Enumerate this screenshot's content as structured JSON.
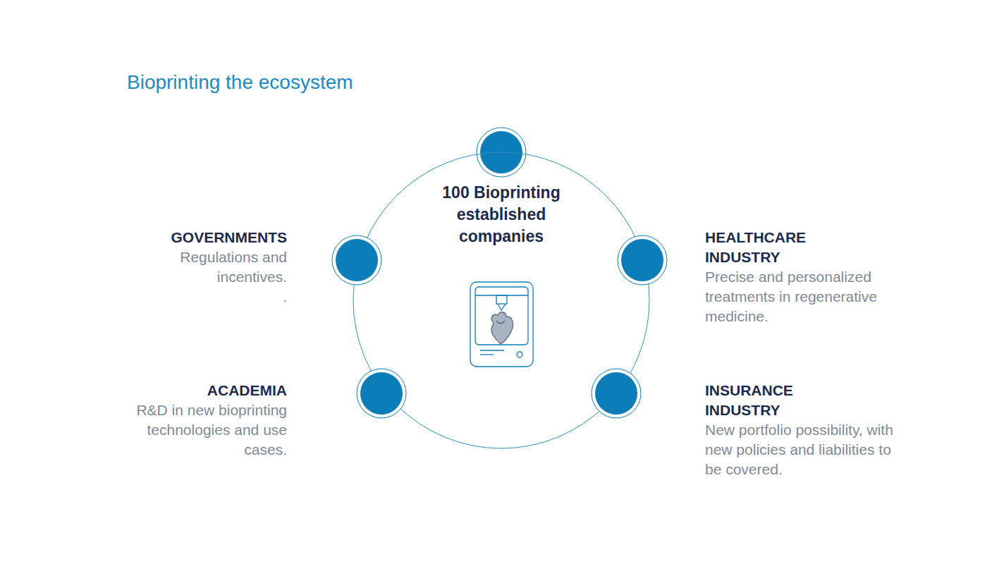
{
  "diagram": {
    "title": "Bioprinting the ecosystem",
    "nodes": [
      {
        "text": [
          "100 Bioprinting established companies"
        ]
      },
      {
        "text": [
          "GOVERNMENTS",
          "Regulations and incentives."
        ]
      },
      {
        "text": [
          "HEALTHCARE INDUSTRY",
          "Precise and personalized treatments in regenerative medicine."
        ]
      },
      {
        "text": [
          "ACADEMIA",
          "R&D in new bioprinting technologies and use cases."
        ]
      },
      {
        "text": [
          "INSURANCE INDUSTRY",
          "New portfolio possibility, with new policies and liabilities to be covered."
        ]
      }
    ],
    "labels": [
      "."
    ]
  }
}
